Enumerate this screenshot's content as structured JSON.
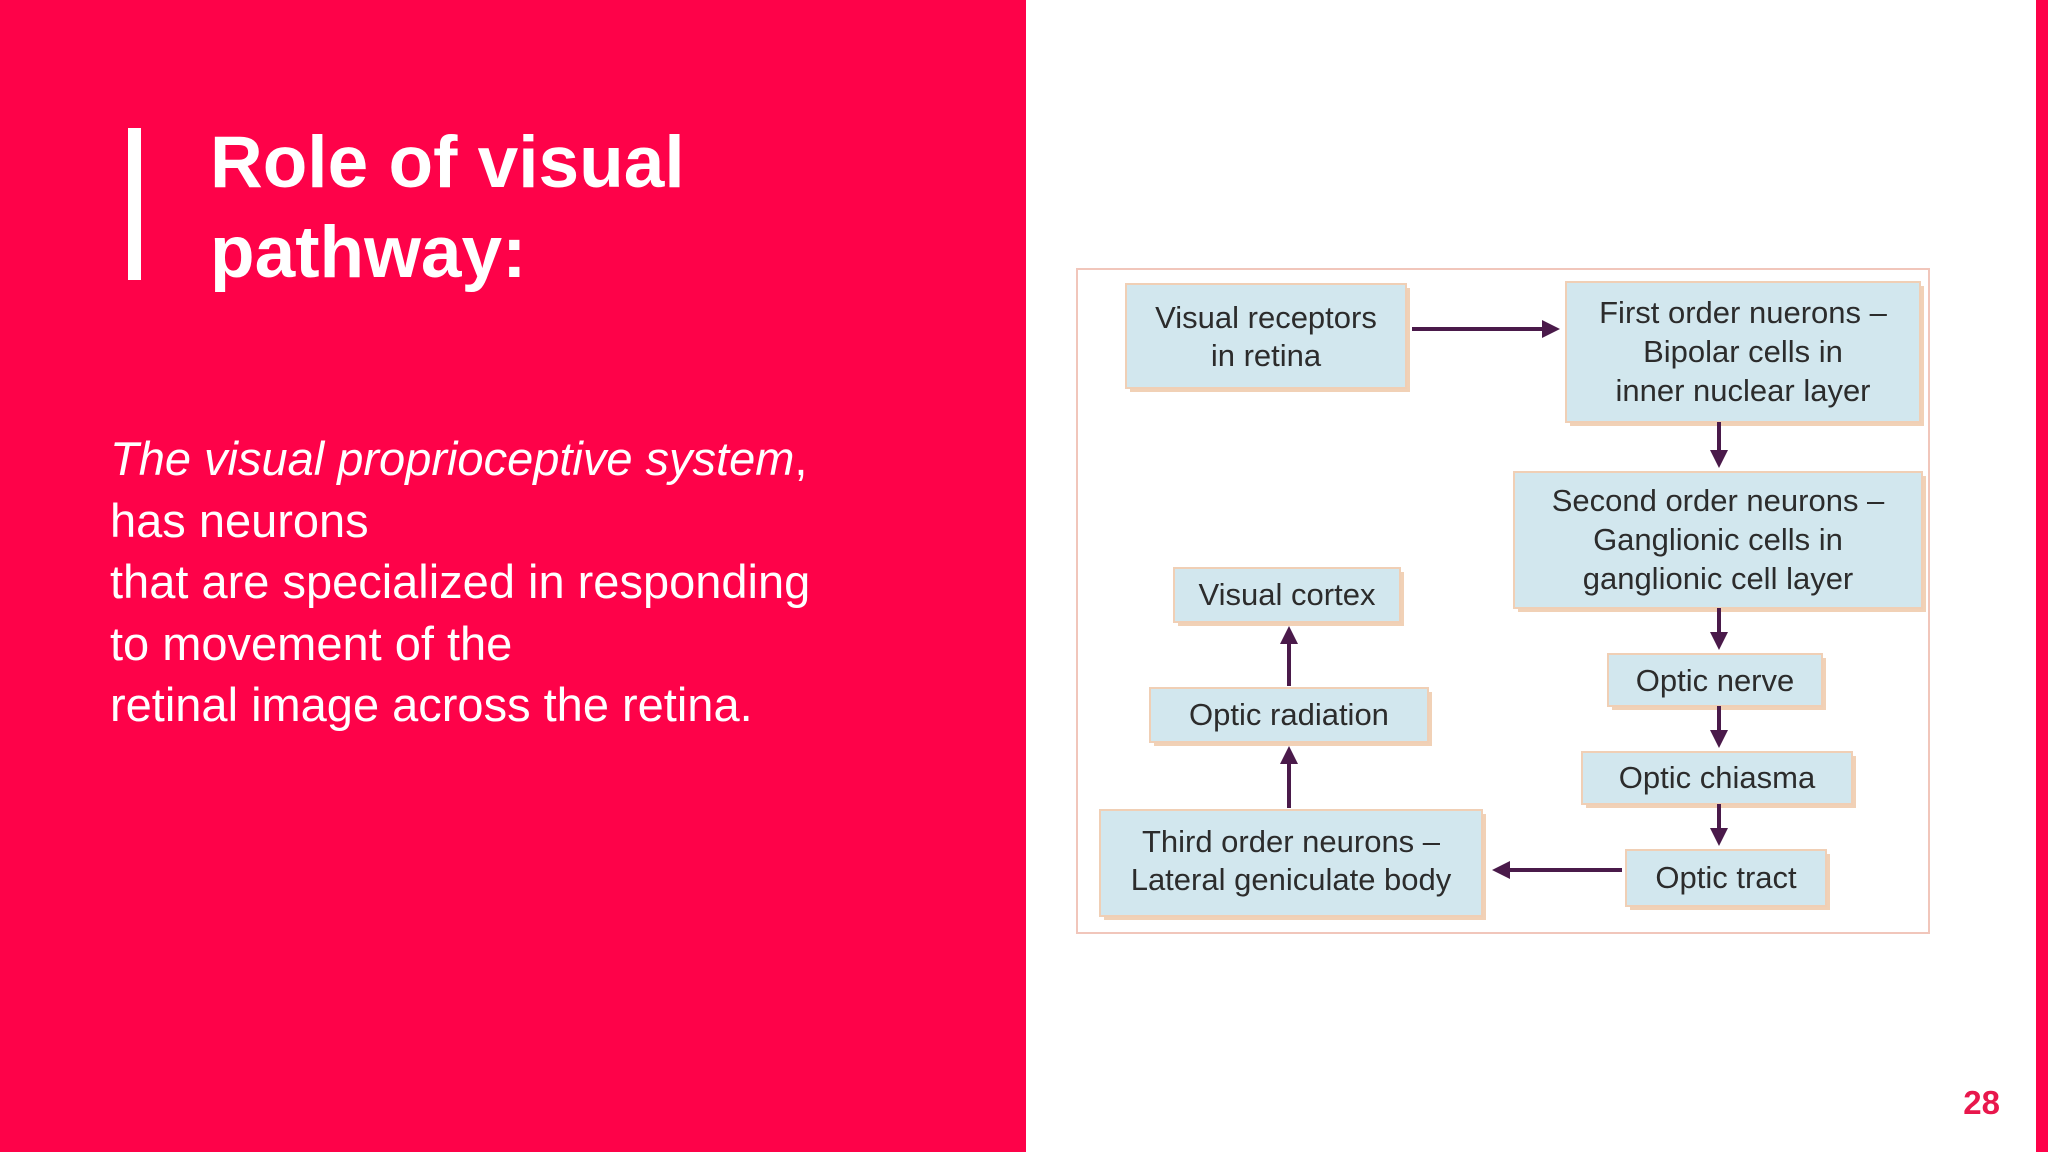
{
  "slide": {
    "title_lines": [
      "Role of visual",
      "pathway:"
    ],
    "body": {
      "italic_lead": "The visual proprioceptive system",
      "lead_suffix": ",",
      "lines": [
        "has neurons",
        "that are specialized in responding",
        "to movement of the",
        "retinal image across the retina."
      ]
    },
    "page_number": "28"
  },
  "diagram": {
    "boxes": {
      "visual_receptors": [
        "Visual receptors",
        "in retina"
      ],
      "first_order": [
        "First order nuerons –",
        "Bipolar cells in",
        "inner nuclear layer"
      ],
      "second_order": [
        "Second order neurons –",
        "Ganglionic cells in",
        "ganglionic cell layer"
      ],
      "optic_nerve": [
        "Optic nerve"
      ],
      "optic_chiasma": [
        "Optic chiasma"
      ],
      "optic_tract": [
        "Optic tract"
      ],
      "third_order": [
        "Third order neurons –",
        "Lateral geniculate body"
      ],
      "optic_radiation": [
        "Optic radiation"
      ],
      "visual_cortex": [
        "Visual cortex"
      ]
    }
  },
  "colors": {
    "accent": "#fe0249",
    "box_fill": "#d2e7ee",
    "arrow": "#4a1a4a"
  }
}
